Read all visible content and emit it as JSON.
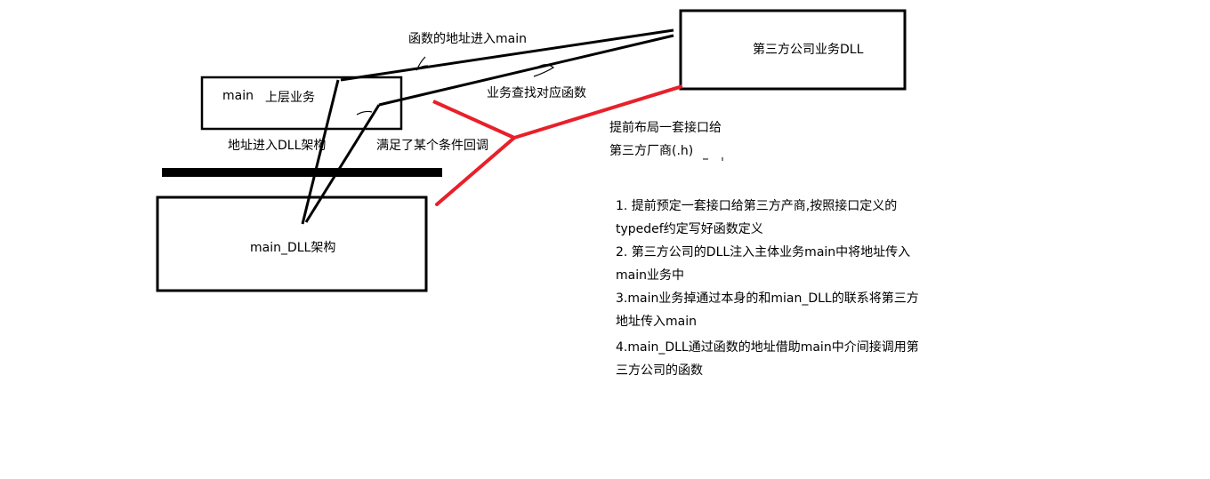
{
  "boxes": {
    "third_party_dll": "第三方公司业务DLL",
    "upper_main": "main",
    "upper_business": "上层业务",
    "main_dll": "main_DLL架构"
  },
  "edge_labels": {
    "func_addr_into_main": "函数的地址进入main",
    "business_lookup": "业务查找对应函数",
    "addr_into_dll": "地址进入DLL架构",
    "callback_condition": "满足了某个条件回调",
    "layout_interface_line1": "提前布局一套接口给",
    "layout_interface_line2": "第三方厂商(.h)"
  },
  "notes": [
    "1. 提前预定一套接口给第三方产商,按照接口定义的",
    "typedef约定写好函数定义",
    "2. 第三方公司的DLL注入主体业务main中将地址传入",
    "main业务中",
    "3.main业务掉通过本身的和mian_DLL的联系将第三方",
    "地址传入main",
    "4.main_DLL通过函数的地址借助main中介间接调用第",
    "三方公司的函数"
  ],
  "colors": {
    "stroke": "#000000",
    "highlight": "#e8202a"
  }
}
